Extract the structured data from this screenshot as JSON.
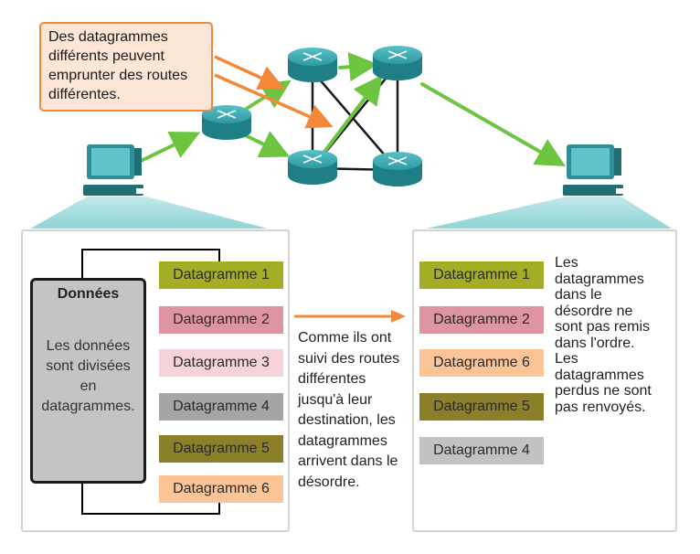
{
  "callout": {
    "lines": [
      "Des datagrammes",
      "différents peuvent",
      "emprunter des routes",
      "différentes."
    ]
  },
  "source": {
    "title": "Données",
    "description_lines": [
      "Les données",
      "sont divisées",
      "en",
      "datagrammes."
    ]
  },
  "sent_datagrams": [
    {
      "label": "Datagramme 1",
      "color": "#a3ae24"
    },
    {
      "label": "Datagramme 2",
      "color": "#de95a1"
    },
    {
      "label": "Datagramme 3",
      "color": "#f5d3d8"
    },
    {
      "label": "Datagramme 4",
      "color": "#a5a5a5"
    },
    {
      "label": "Datagramme 5",
      "color": "#8b7f29"
    },
    {
      "label": "Datagramme 6",
      "color": "#fbc496"
    }
  ],
  "middle_text": {
    "lines": [
      "Comme ils ont",
      "suivi des routes",
      "différentes",
      "jusqu'à leur",
      "destination, les",
      "datagrammes",
      "arrivent dans le",
      "désordre."
    ]
  },
  "received_datagrams": [
    {
      "label": "Datagramme 1",
      "color": "#a3ae24"
    },
    {
      "label": "Datagramme 2",
      "color": "#de95a1"
    },
    {
      "label": "Datagramme 6",
      "color": "#fbc496"
    },
    {
      "label": "Datagramme 5",
      "color": "#8b7f29"
    },
    {
      "label": "Datagramme 4",
      "color": "#c2c2c2"
    }
  ],
  "right_text": {
    "lines": [
      "Les",
      "datagrammes",
      "dans le",
      "désordre ne",
      "sont pas remis",
      "dans l'ordre.",
      "Les",
      "datagrammes",
      "perdus ne sont",
      "pas renvoyés."
    ]
  },
  "colors": {
    "router": "#3ea6ad",
    "computer": "#3ea6ad",
    "green_path": "#6cc43f",
    "orange_arrow": "#f2883a",
    "link": "#1a1a1a"
  }
}
